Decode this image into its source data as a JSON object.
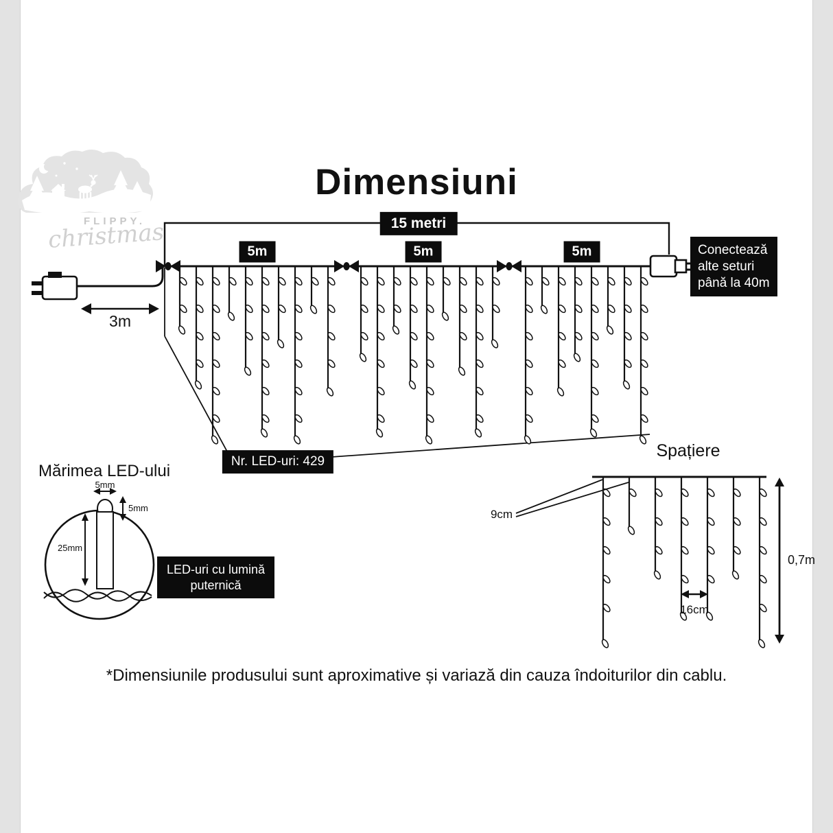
{
  "title": "Dimensiuni",
  "logo": {
    "brand": "FLIPPY.",
    "script": "christmas"
  },
  "main_diagram": {
    "total_length": "15 metri",
    "segments": [
      "5m",
      "5m",
      "5m"
    ],
    "lead_length": "3m",
    "connect_note": "Conectează\nalte seturi\npână la 40m",
    "led_count": "Nr. LED-uri: 429"
  },
  "led_size": {
    "heading": "Mărimea LED-ului",
    "bulb_width": "5mm",
    "bulb_height": "5mm",
    "body_length": "25mm",
    "note": "LED-uri cu lumină\nputernică"
  },
  "spacing": {
    "heading": "Spațiere",
    "drop_gap": "9cm",
    "led_gap": "16cm",
    "drop_height": "0,7m"
  },
  "footnote": "*Dimensiunile produsului sunt aproximative și variază din cauza îndoiturilor din cablu."
}
